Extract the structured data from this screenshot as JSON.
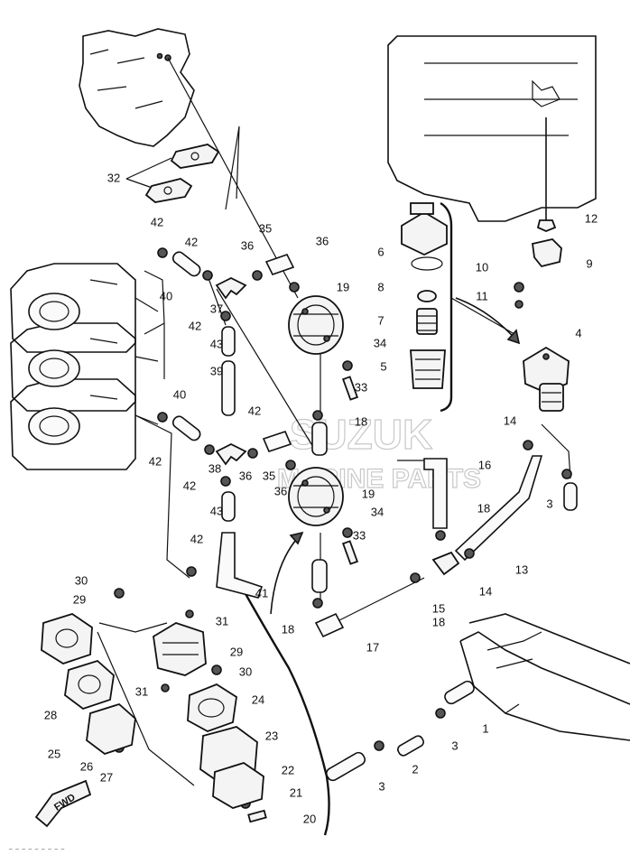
{
  "watermark": {
    "line1": "SUZUK",
    "line2": "MARINE PARTS"
  },
  "direction_badge": "FWD",
  "footer_text": "— — — — — — — — —",
  "callouts": [
    {
      "label": "1"
    },
    {
      "label": "2"
    },
    {
      "label": "3"
    },
    {
      "label": "3"
    },
    {
      "label": "3"
    },
    {
      "label": "4"
    },
    {
      "label": "5"
    },
    {
      "label": "6"
    },
    {
      "label": "7"
    },
    {
      "label": "8"
    },
    {
      "label": "9"
    },
    {
      "label": "10"
    },
    {
      "label": "11"
    },
    {
      "label": "12"
    },
    {
      "label": "13"
    },
    {
      "label": "14"
    },
    {
      "label": "14"
    },
    {
      "label": "15"
    },
    {
      "label": "16"
    },
    {
      "label": "17"
    },
    {
      "label": "18"
    },
    {
      "label": "18"
    },
    {
      "label": "18"
    },
    {
      "label": "18"
    },
    {
      "label": "19"
    },
    {
      "label": "19"
    },
    {
      "label": "20"
    },
    {
      "label": "21"
    },
    {
      "label": "22"
    },
    {
      "label": "23"
    },
    {
      "label": "24"
    },
    {
      "label": "25"
    },
    {
      "label": "26"
    },
    {
      "label": "27"
    },
    {
      "label": "28"
    },
    {
      "label": "29"
    },
    {
      "label": "29"
    },
    {
      "label": "30"
    },
    {
      "label": "30"
    },
    {
      "label": "31"
    },
    {
      "label": "31"
    },
    {
      "label": "32"
    },
    {
      "label": "33"
    },
    {
      "label": "33"
    },
    {
      "label": "34"
    },
    {
      "label": "34"
    },
    {
      "label": "35"
    },
    {
      "label": "35"
    },
    {
      "label": "36"
    },
    {
      "label": "36"
    },
    {
      "label": "36"
    },
    {
      "label": "36"
    },
    {
      "label": "37"
    },
    {
      "label": "38"
    },
    {
      "label": "39"
    },
    {
      "label": "40"
    },
    {
      "label": "40"
    },
    {
      "label": "41"
    },
    {
      "label": "42"
    },
    {
      "label": "42"
    },
    {
      "label": "42"
    },
    {
      "label": "42"
    },
    {
      "label": "42"
    },
    {
      "label": "42"
    },
    {
      "label": "42"
    },
    {
      "label": "43"
    },
    {
      "label": "43"
    }
  ]
}
